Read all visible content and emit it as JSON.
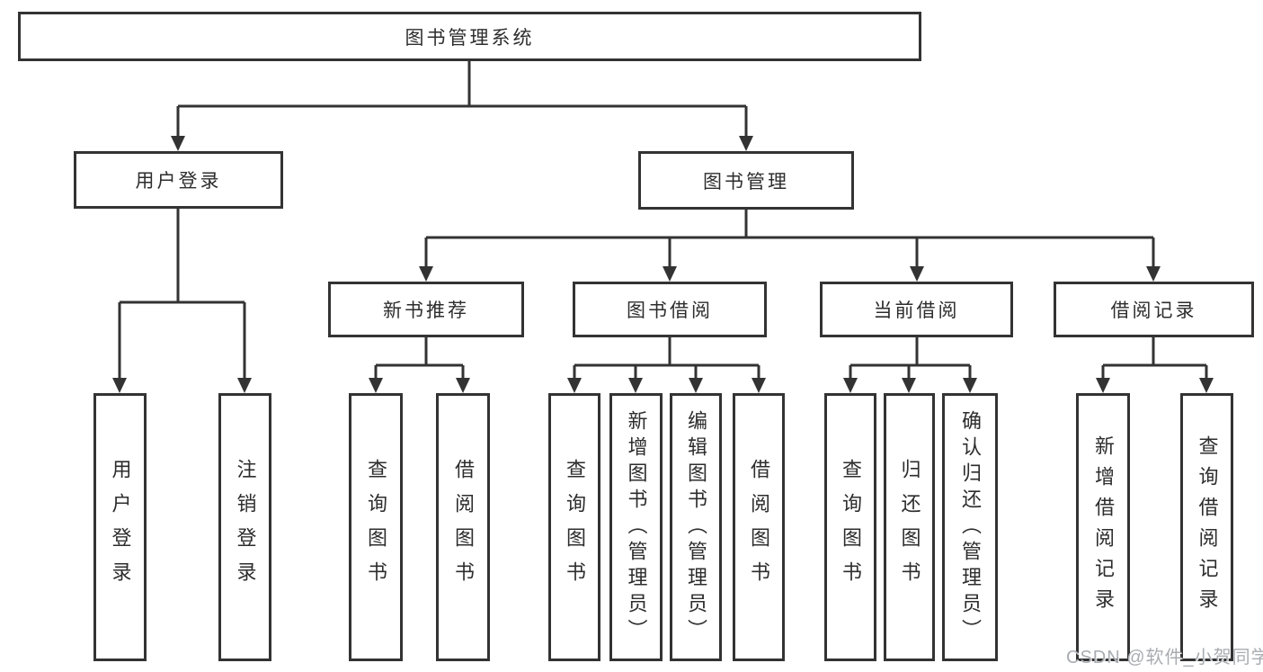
{
  "diagram": {
    "type": "hierarchy-tree",
    "background_color": "#ffffff",
    "line_color": "#333333",
    "text_color": "#2d2d2d",
    "watermark": {
      "text": "CSDN @软件_小贺同学",
      "color": "#a8acb1"
    }
  },
  "tree": {
    "label": "图书管理系统",
    "children": [
      {
        "label": "用户登录",
        "children": [
          {
            "label": "用户登录"
          },
          {
            "label": "注销登录"
          }
        ]
      },
      {
        "label": "图书管理",
        "children": [
          {
            "label": "新书推荐",
            "children": [
              {
                "label": "查询图书"
              },
              {
                "label": "借阅图书"
              }
            ]
          },
          {
            "label": "图书借阅",
            "children": [
              {
                "label": "查询图书"
              },
              {
                "label": "新增图书（管理员）"
              },
              {
                "label": "编辑图书（管理员）"
              },
              {
                "label": "借阅图书"
              }
            ]
          },
          {
            "label": "当前借阅",
            "children": [
              {
                "label": "查询图书"
              },
              {
                "label": "归还图书"
              },
              {
                "label": "确认归还（管理员）"
              }
            ]
          },
          {
            "label": "借阅记录",
            "children": [
              {
                "label": "新增借阅记录"
              },
              {
                "label": "查询借阅记录"
              }
            ]
          }
        ]
      }
    ]
  }
}
